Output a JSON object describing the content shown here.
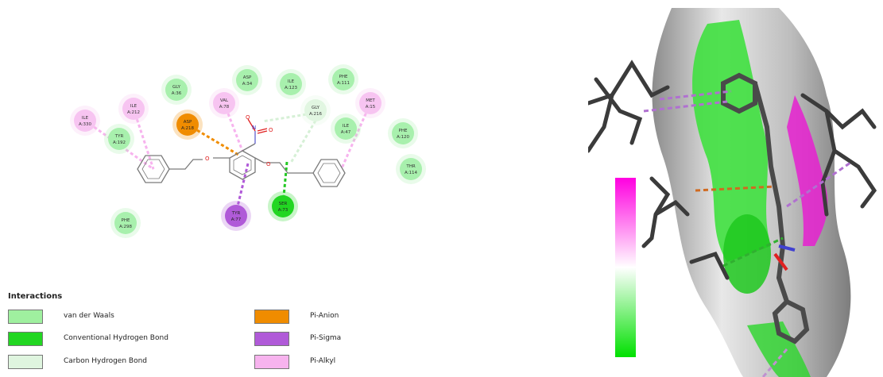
{
  "residues": [
    {
      "name": "ILE",
      "num": "A:330",
      "type": "pi-alkyl"
    },
    {
      "name": "ILE",
      "num": "A:212",
      "type": "pi-alkyl"
    },
    {
      "name": "GLY",
      "num": "A:36",
      "type": "vdw"
    },
    {
      "name": "ASP",
      "num": "A:34",
      "type": "vdw"
    },
    {
      "name": "ILE",
      "num": "A:123",
      "type": "vdw"
    },
    {
      "name": "PHE",
      "num": "A:111",
      "type": "vdw"
    },
    {
      "name": "VAL",
      "num": "A:78",
      "type": "pi-alkyl"
    },
    {
      "name": "MET",
      "num": "A:15",
      "type": "pi-alkyl"
    },
    {
      "name": "ASP",
      "num": "A:218",
      "type": "pi-anion"
    },
    {
      "name": "GLY",
      "num": "A:216",
      "type": "carbon-hbond"
    },
    {
      "name": "TYR",
      "num": "A:192",
      "type": "vdw"
    },
    {
      "name": "ILE",
      "num": "A:47",
      "type": "vdw"
    },
    {
      "name": "PHE",
      "num": "A:120",
      "type": "vdw"
    },
    {
      "name": "THR",
      "num": "A:114",
      "type": "vdw"
    },
    {
      "name": "TYR",
      "num": "A:77",
      "type": "pi-sigma"
    },
    {
      "name": "SER",
      "num": "A:73",
      "type": "conventional-hbond"
    },
    {
      "name": "PHE",
      "num": "A:298",
      "type": "vdw"
    }
  ],
  "legend": {
    "title": "Interactions",
    "items": [
      {
        "label": "van der Waals",
        "color": "#9ff09f"
      },
      {
        "label": "Conventional Hydrogen Bond",
        "color": "#22d622"
      },
      {
        "label": "Carbon Hydrogen Bond",
        "color": "#dff5df"
      },
      {
        "label": "Pi-Anion",
        "color": "#f08c00"
      },
      {
        "label": "Pi-Sigma",
        "color": "#b05ad8"
      },
      {
        "label": "Pi-Alkyl",
        "color": "#f7b3ee"
      }
    ]
  },
  "colors": {
    "vdw": "#a8f0ad",
    "conventional-hbond": "#22d622",
    "carbon-hbond": "#e1f6e1",
    "pi-anion": "#f08c00",
    "pi-sigma": "#b05ad8",
    "pi-alkyl": "#f7c4f1",
    "gradient_top": "#ff00e0",
    "gradient_bottom": "#00e000"
  }
}
